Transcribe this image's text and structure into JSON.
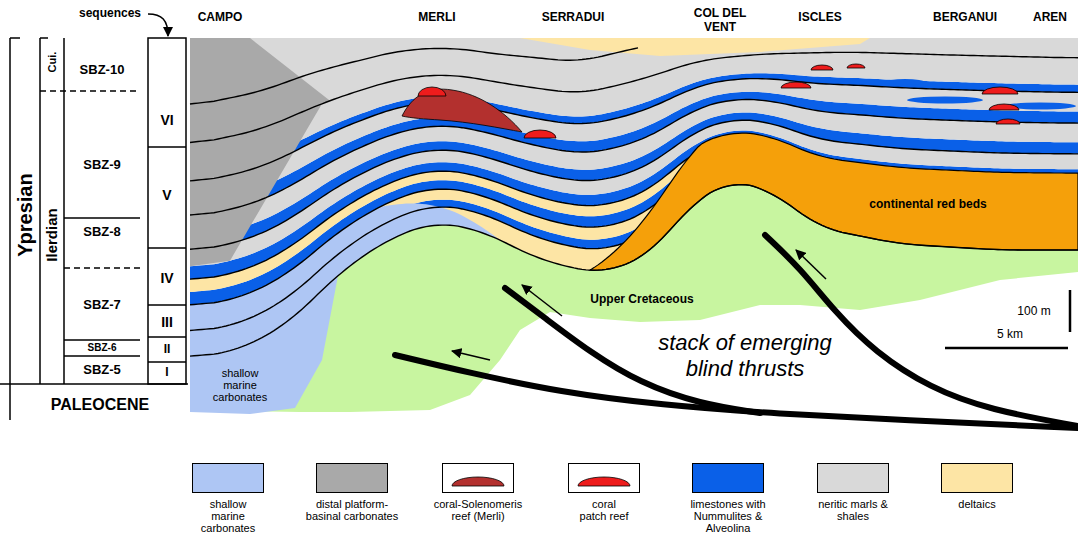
{
  "diagram": {
    "labels": [
      "sequences",
      "CAMPO",
      "MERLI",
      "SERRADUI",
      "COL DEL VENT",
      "ISCLES",
      "BERGANUI",
      "AREN",
      "Ypresian",
      "Ilerdian",
      "Cui.",
      "SBZ-10",
      "SBZ-9",
      "SBZ-8",
      "SBZ-7",
      "SBZ-6",
      "SBZ-5",
      "PALEOCENE",
      "VI",
      "V",
      "IV",
      "III",
      "II",
      "I",
      "shallow marine carbonates",
      "Upper Cretaceous",
      "continental red beds",
      "stack of emerging blind thrusts",
      "100 m",
      "5 km"
    ],
    "legend": [
      {
        "text": "shallow marine carbonates",
        "color": "#aec6f4"
      },
      {
        "text": "distal platform-basinal carbonates",
        "color": "#a9a9a9"
      },
      {
        "text": "coral-Solenomeris reef (Merli)"
      },
      {
        "text": "coral patch reef"
      },
      {
        "text": "limestones with Nummulites & Alveolina",
        "color": "#0a60e8"
      },
      {
        "text": "neritic marls & shales",
        "color": "#d9d9d9"
      },
      {
        "text": "deltaics",
        "color": "#fde5a5"
      }
    ]
  }
}
